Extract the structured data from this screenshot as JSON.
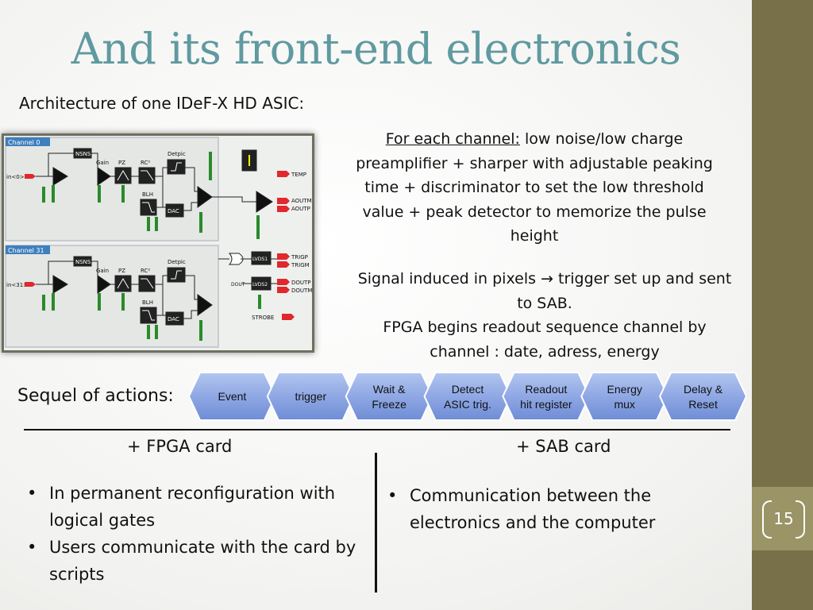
{
  "title": "And its front-end electronics",
  "subtitle": "Architecture of one IDeF-X HD ASIC:",
  "channel_desc": {
    "lead": "For each channel:",
    "text": " low noise/low charge preamplifier + sharper with adjustable peaking time + discriminator to set the low threshold value + peak detector to memorize the pulse height"
  },
  "signal_desc": {
    "line1_a": "Signal induced in pixels",
    "arrow": "→",
    "line1_b": " trigger set up and sent to SAB.",
    "line2": "FPGA begins readout sequence channel by channel : date, adress, energy"
  },
  "sequence": {
    "label": "Sequel of actions:",
    "steps": [
      {
        "l1": "Event",
        "l2": ""
      },
      {
        "l1": "trigger",
        "l2": ""
      },
      {
        "l1": "Wait &",
        "l2": "Freeze"
      },
      {
        "l1": "Detect",
        "l2": "ASIC trig."
      },
      {
        "l1": "Readout",
        "l2": "hit register"
      },
      {
        "l1": "Energy",
        "l2": "mux"
      },
      {
        "l1": "Delay &",
        "l2": "Reset"
      }
    ],
    "color": "#8fa8e4"
  },
  "fpga": {
    "heading": "+ FPGA card",
    "bullets": [
      "In permanent reconfiguration with logical gates",
      "Users communicate with the card by scripts"
    ]
  },
  "sab": {
    "heading": "+ SAB card",
    "bullets": [
      "Communication between the electronics and the computer"
    ]
  },
  "schematic": {
    "ch0": "Channel 0",
    "ch31": "Channel 31",
    "in0": "in<0>",
    "in31": "in<31>",
    "nsns": "NSNS",
    "gain": "Gain",
    "pz": "PZ",
    "rc2": "RC²",
    "detpic": "Detpic",
    "blh": "BLH",
    "dac": "DAC",
    "temp": "TEMP",
    "aoutm": "AOUTM",
    "aoutp": "AOUTP",
    "lvds1": "LVDS1",
    "lvds2": "LVDS2",
    "trigp": "TRIGP",
    "trigm": "TRIGM",
    "doutp": "DOUTP",
    "doutm": "DOUTM",
    "dout": "DOUT",
    "strobe": "STROBE"
  },
  "page_number": "15",
  "colors": {
    "title": "#5f9aa0",
    "sidebar": "#777049",
    "badge": "#9a9466"
  }
}
